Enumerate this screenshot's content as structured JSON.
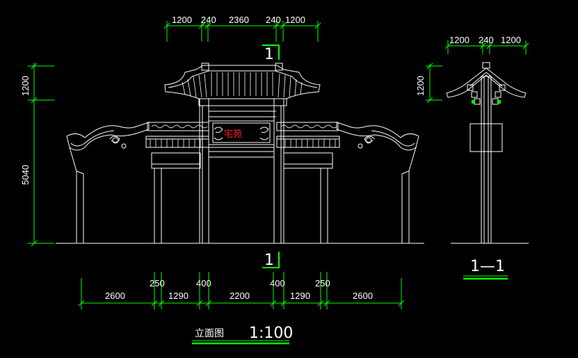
{
  "colors": {
    "background": "#000000",
    "dimension": "#00ff00",
    "outline": "#ffffff",
    "inscription": "#ff2020"
  },
  "elevation": {
    "top_dims": [
      "1200",
      "240",
      "2360",
      "240",
      "1200"
    ],
    "left_dims": [
      "1200",
      "5040"
    ],
    "bottom_row1": [
      "250",
      "400",
      "400",
      "250"
    ],
    "bottom_row2": [
      "2600",
      "1290",
      "2200",
      "1290",
      "2600"
    ],
    "section_mark": "1",
    "plaque_text": "宅苑",
    "title": "立面图",
    "scale": "1:100"
  },
  "section": {
    "top_dims": [
      "1200",
      "240",
      "1200"
    ],
    "left_dim": "1200",
    "title": "1—1"
  }
}
